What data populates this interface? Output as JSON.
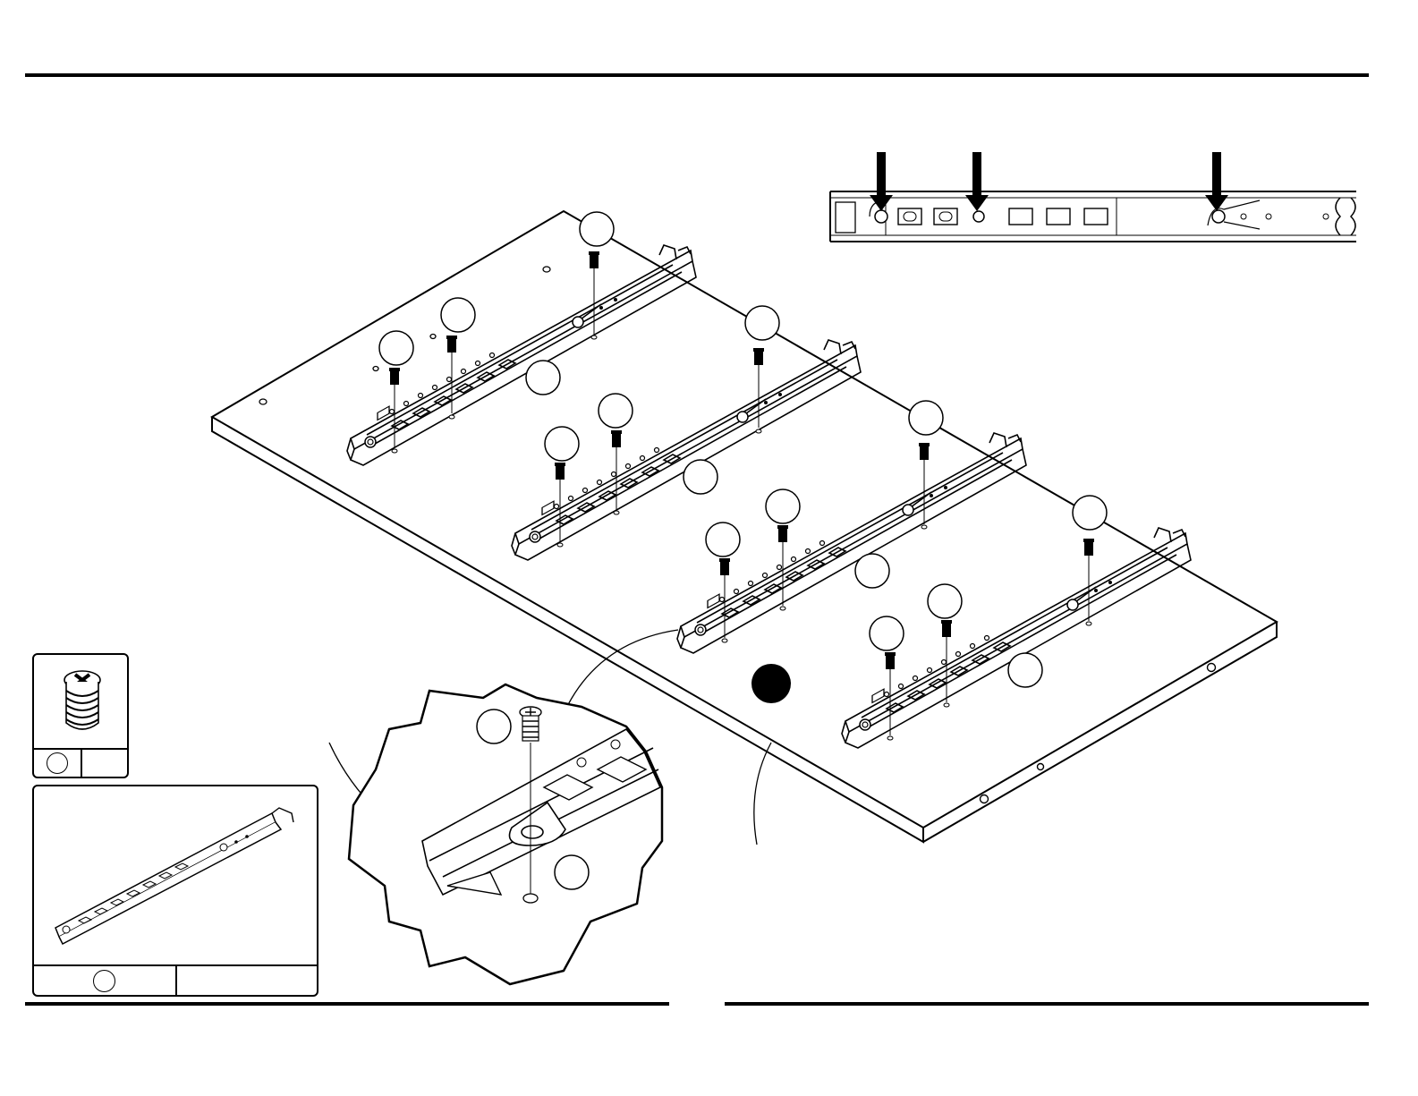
{
  "page": {
    "title": "",
    "step_number": "",
    "footer_left": "",
    "footer_right": ""
  },
  "diagram": {
    "main_view": "board-with-four-drawer-slides",
    "slide_count": 4,
    "screws_per_slide": 3,
    "step_marker": "filled-black-circle",
    "callout_labels": []
  },
  "parts_legend": [
    {
      "name": "screw-part",
      "icon": "euro-screw-icon",
      "label": "",
      "quantity": ""
    },
    {
      "name": "drawer-slide-part",
      "icon": "drawer-slide-icon",
      "label": "",
      "quantity": ""
    }
  ],
  "detail_views": [
    {
      "name": "screw-position-detail",
      "arrow_count": 3
    },
    {
      "name": "magnified-screw-detail"
    }
  ],
  "colors": {
    "ink": "#000000",
    "paper": "#ffffff"
  }
}
